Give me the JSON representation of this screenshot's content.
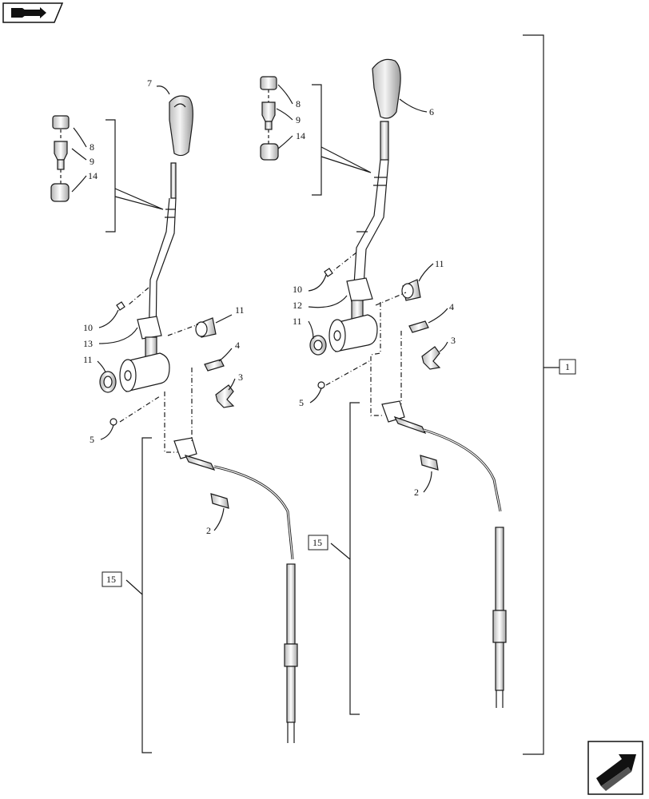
{
  "callouts": {
    "c7": "7",
    "c8a": "8",
    "c9a": "9",
    "c14a": "14",
    "c10a": "10",
    "c13": "13",
    "c11a": "11",
    "c11b": "11",
    "c4a": "4",
    "c3a": "3",
    "c5a": "5",
    "c2a": "2",
    "c15a": "15",
    "c6": "6",
    "c8b": "8",
    "c9b": "9",
    "c14b": "14",
    "c11c": "11",
    "c10b": "10",
    "c12": "12",
    "c11d": "11",
    "c4b": "4",
    "c3b": "3",
    "c5b": "5",
    "c2b": "2",
    "c15b": "15",
    "c1": "1"
  },
  "icons": {
    "top_left": "book-arrow-icon",
    "bottom_right": "next-page-arrow-icon"
  },
  "colors": {
    "line": "#1a1a1a",
    "fill": "#ffffff",
    "shade": "#d9d9d9"
  }
}
